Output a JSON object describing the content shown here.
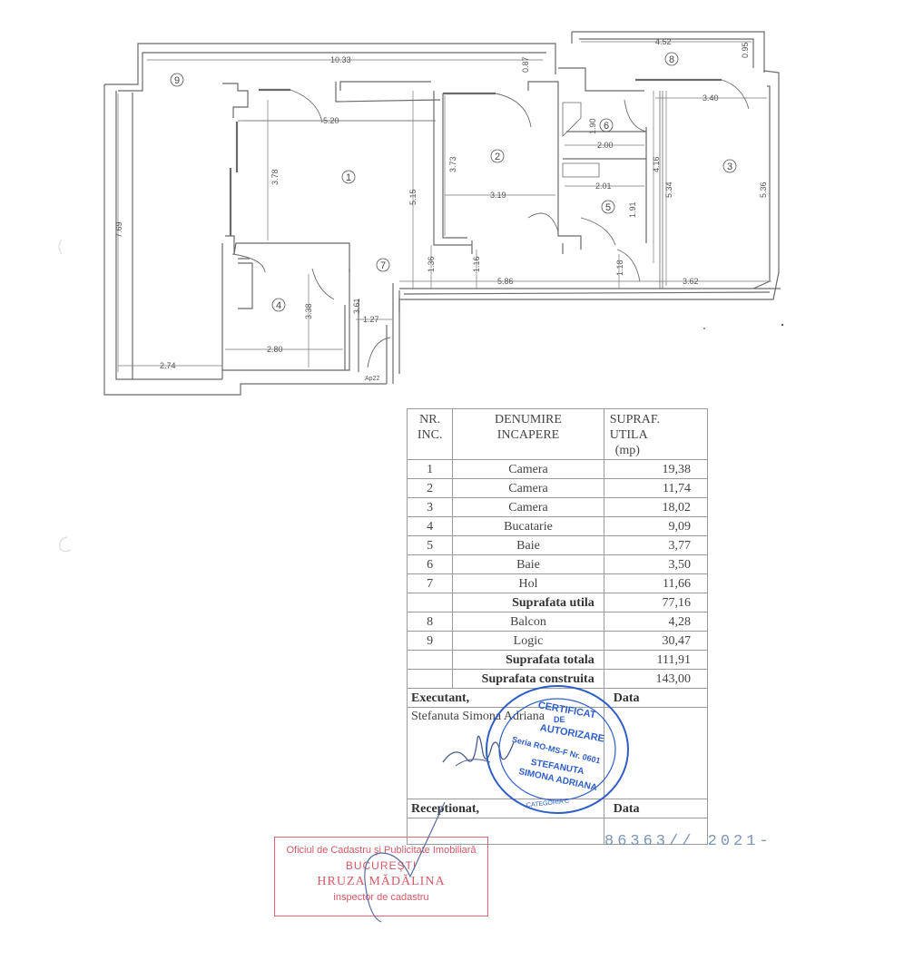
{
  "plan": {
    "rooms": [
      {
        "id": "1",
        "label": "1"
      },
      {
        "id": "2",
        "label": "2"
      },
      {
        "id": "3",
        "label": "3"
      },
      {
        "id": "4",
        "label": "4"
      },
      {
        "id": "5",
        "label": "5"
      },
      {
        "id": "6",
        "label": "6"
      },
      {
        "id": "7",
        "label": "7"
      },
      {
        "id": "8",
        "label": "8"
      },
      {
        "id": "9",
        "label": "9"
      }
    ],
    "dimensions": {
      "d_10_33": "10.33",
      "d_0_87": "0.87",
      "d_4_52": "4.52",
      "d_0_95": "0.95",
      "d_5_20": "5.20",
      "d_3_40": "3.40",
      "d_3_78": "3.78",
      "d_5_15": "5.15",
      "d_3_73": "3.73",
      "d_3_19": "3.19",
      "d_1_90": "1.90",
      "d_2_00": "2.00",
      "d_2_01": "2.01",
      "d_1_91": "1.91",
      "d_4_16": "4.16",
      "d_5_34": "5.34",
      "d_5_36": "5.36",
      "d_7_69": "7.69",
      "d_1_36": "1.36",
      "d_1_16": "1.16",
      "d_5_86": "5.86",
      "d_1_18": "1.18",
      "d_3_62": "3.62",
      "d_3_38": "3.38",
      "d_3_61": "3.61",
      "d_1_27": "1.27",
      "d_2_80": "2.80",
      "d_2_74": "2.74"
    },
    "apartment_label": "Ap22"
  },
  "table": {
    "headers": {
      "col1": [
        "NR.",
        "INC."
      ],
      "col2": [
        "DENUMIRE",
        "INCAPERE"
      ],
      "col3": [
        "SUPRAF.",
        "UTILA",
        "(mp)"
      ]
    },
    "rows": [
      {
        "nr": "1",
        "name": "Camera",
        "area": "19,38"
      },
      {
        "nr": "2",
        "name": "Camera",
        "area": "11,74"
      },
      {
        "nr": "3",
        "name": "Camera",
        "area": "18,02"
      },
      {
        "nr": "4",
        "name": "Bucatarie",
        "area": "9,09"
      },
      {
        "nr": "5",
        "name": "Baie",
        "area": "3,77"
      },
      {
        "nr": "6",
        "name": "Baie",
        "area": "3,50"
      },
      {
        "nr": "7",
        "name": "Hol",
        "area": "11,66"
      }
    ],
    "subtotal_useful": {
      "label": "Suprafata utila",
      "area": "77,16"
    },
    "extra_rows": [
      {
        "nr": "8",
        "name": "Balcon",
        "area": "4,28"
      },
      {
        "nr": "9",
        "name": "Logic",
        "area": "30,47"
      }
    ],
    "total": {
      "label": "Suprafata totala",
      "area": "111,91"
    },
    "built": {
      "label": "Suprafata construita",
      "area": "143,00"
    },
    "executant_label": "Executant,",
    "executant_date_label": "Data",
    "executant_name": "Stefanuta Simona Adriana",
    "receptionat_label": "Receptionat,",
    "receptionat_date_label": "Data"
  },
  "stamps": {
    "blue": {
      "line1": "CERTIFICAT",
      "line2": "DE",
      "line3": "AUTORIZARE",
      "line4": "Seria RO-MS-F Nr. 0601",
      "line5": "STEFANUTA",
      "line6": "SIMONA ADRIANA",
      "ring_bottom": "CATEGORIA C"
    },
    "red": {
      "line1": "Oficiul de Cadastru şi Publicitate Imobiliară",
      "line2": "BUCUREŞTI",
      "line3": "HRUZA MĂDĂLINA",
      "line4": "inspector de cadastru"
    },
    "registration_number": "86363// 2021-"
  }
}
